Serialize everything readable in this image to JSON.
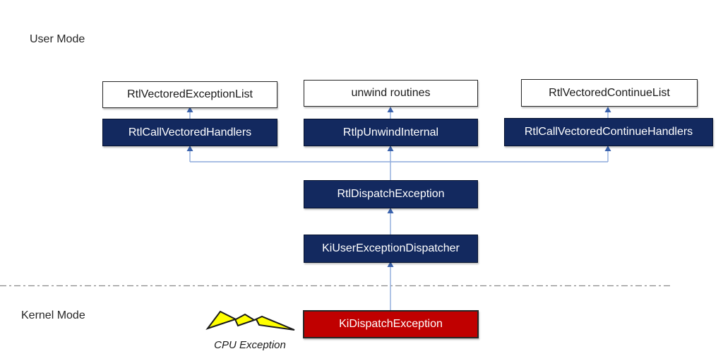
{
  "labels": {
    "user_mode": "User Mode",
    "kernel_mode": "Kernel Mode",
    "cpu_exception": "CPU Exception"
  },
  "boxes": {
    "rtl_vectored_exception_list": "RtlVectoredExceptionList",
    "rtl_call_vectored_handlers": "RtlCallVectoredHandlers",
    "unwind_routines": "unwind routines",
    "rtlp_unwind_internal": "RtlpUnwindInternal",
    "rtl_vectored_continue_list": "RtlVectoredContinueList",
    "rtl_call_vectored_continue_handlers": "RtlCallVectoredContinueHandlers",
    "rtl_dispatch_exception": "RtlDispatchException",
    "ki_user_exception_dispatcher": "KiUserExceptionDispatcher",
    "ki_dispatch_exception": "KiDispatchException"
  },
  "colors": {
    "navy": "#13295F",
    "red": "#C00000",
    "line": "#8EAADB",
    "arrowhead": "#3A62AD",
    "divider": "#8C8C8C",
    "bolt_fill": "#FFFF00",
    "bolt_stroke": "#1A1A1A"
  }
}
